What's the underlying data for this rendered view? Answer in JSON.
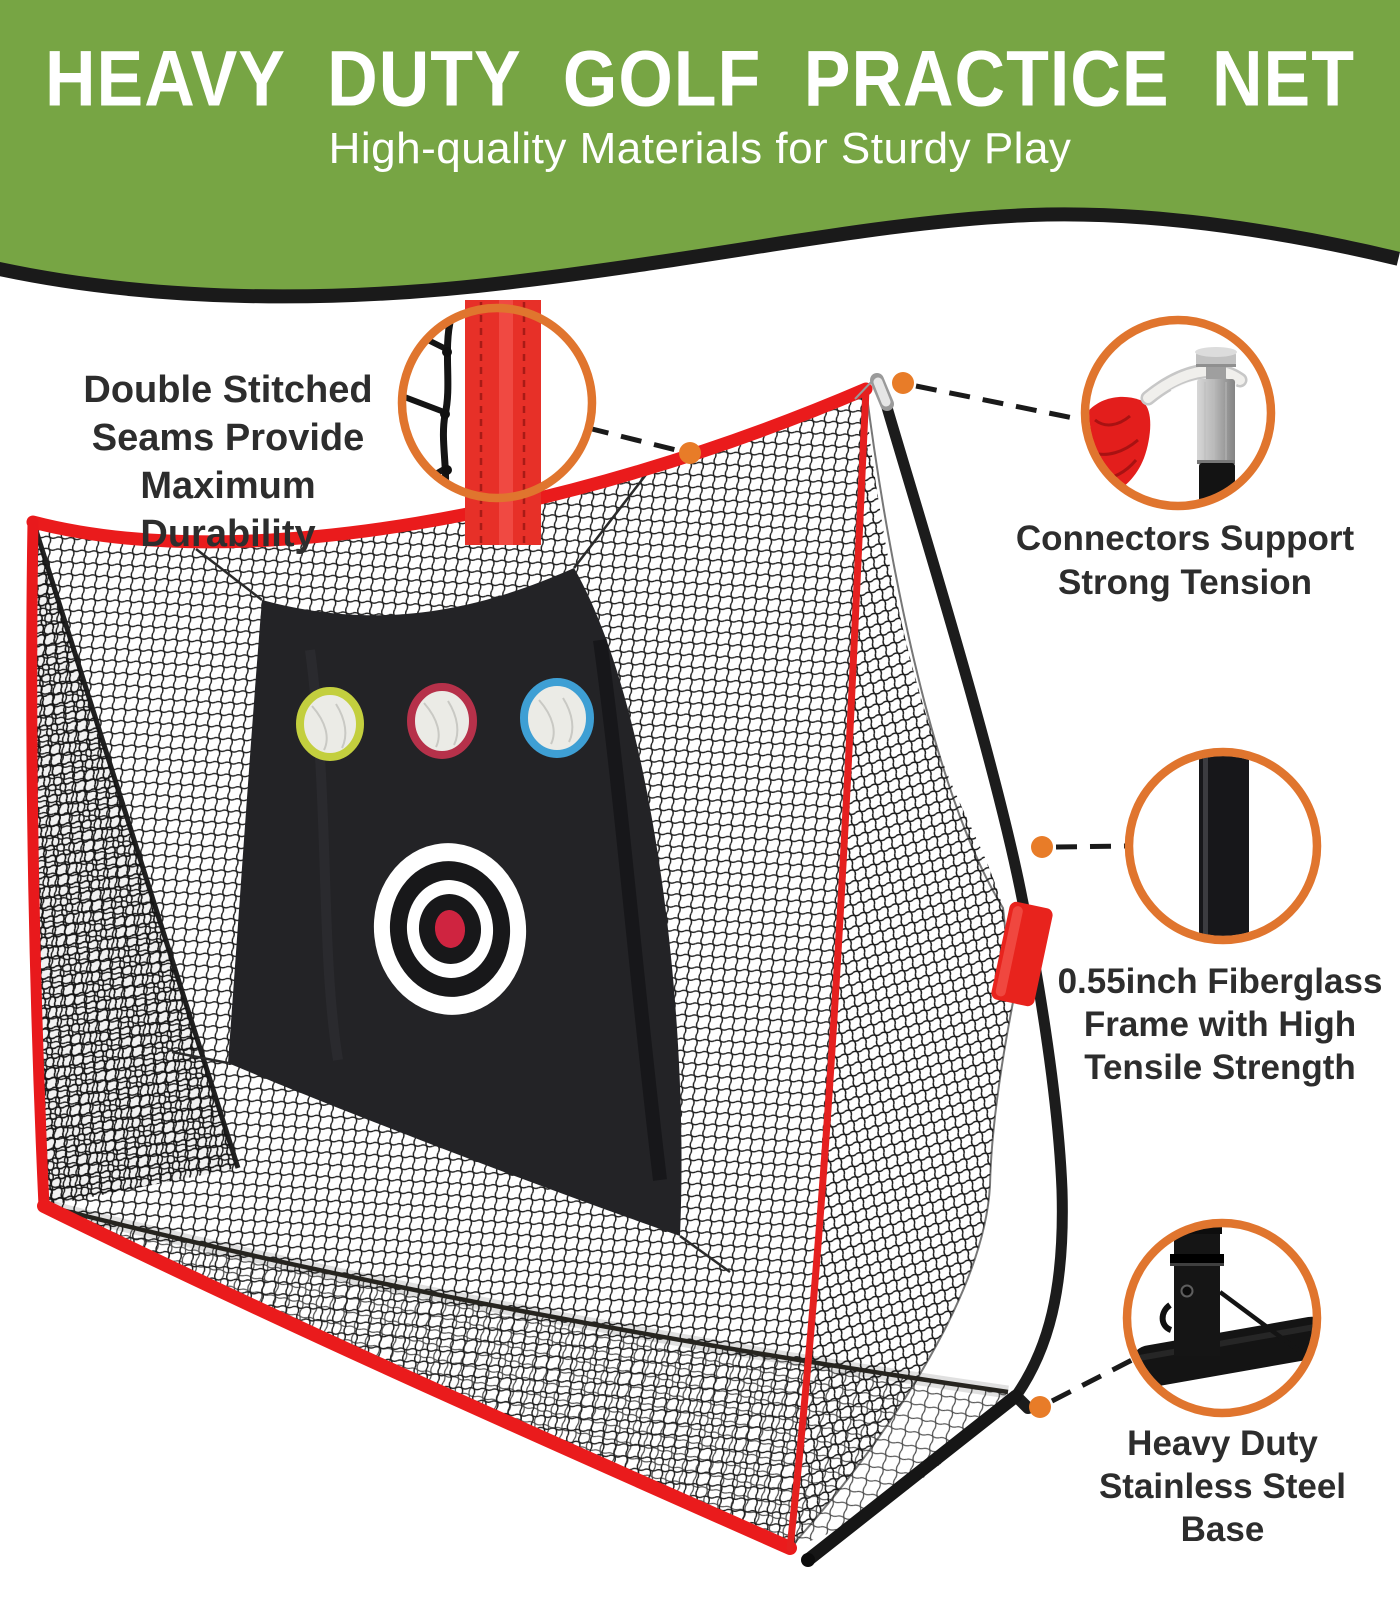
{
  "header": {
    "title": "HEAVY DUTY GOLF PRACTICE NET",
    "subtitle": "High-quality Materials for Sturdy Play",
    "background_color": "#77a544",
    "wave_outline_color": "#1a1a1a",
    "text_color": "#ffffff"
  },
  "colors": {
    "callout_ring_orange": "#e0752e",
    "callout_dot_orange": "#e87c28",
    "frame_red": "#ea1b1c",
    "net_black": "#1d1d1d",
    "label_text": "#2d2d2d"
  },
  "callouts": [
    {
      "id": "stitching",
      "icon": "stitched-seam-detail-icon",
      "lines": [
        "Double Stitched",
        "Seams Provide",
        "Maximum Durability"
      ]
    },
    {
      "id": "connector",
      "icon": "connector-pin-detail-icon",
      "lines": [
        "Connectors Support",
        "Strong Tension"
      ]
    },
    {
      "id": "frame",
      "icon": "fiberglass-pole-detail-icon",
      "lines": [
        "0.55inch Fiberglass",
        "Frame with High",
        "Tensile Strength"
      ]
    },
    {
      "id": "base",
      "icon": "steel-base-detail-icon",
      "lines": [
        "Heavy Duty",
        "Stainless Steel",
        "Base"
      ]
    }
  ],
  "product": {
    "name": "golf practice net with target panel",
    "pocket_ring_colors": [
      "#c3cf3e",
      "#b6314a",
      "#3e9fd4"
    ],
    "bullseye_ring_colors": [
      "#ffffff",
      "#18181a",
      "#ffffff",
      "#18181a",
      "#cf2440"
    ],
    "sleeve_color": "#e8231d"
  }
}
